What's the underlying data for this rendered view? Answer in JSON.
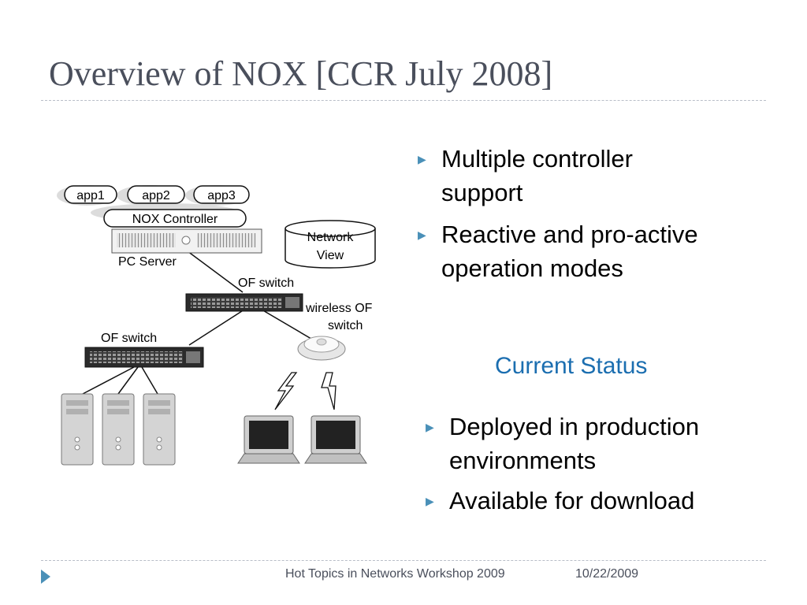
{
  "slide": {
    "title": "Overview of NOX [CCR July 2008]"
  },
  "diagram": {
    "apps": [
      "app1",
      "app2",
      "app3"
    ],
    "controller_label": "NOX Controller",
    "server_label": "PC Server",
    "network_view_label": [
      "Network",
      "View"
    ],
    "of_switch_top_label": "OF switch",
    "of_switch_left_label": "OF switch",
    "wireless_label": [
      "wireless OF",
      "switch"
    ]
  },
  "bullets_top": [
    {
      "line1": "Multiple controller",
      "line2": "support"
    },
    {
      "line1": "Reactive and pro-active",
      "line2": "operation modes"
    }
  ],
  "status_heading": "Current Status",
  "bullets_bottom": [
    {
      "line1": "Deployed in production",
      "line2": "environments"
    },
    {
      "line1": "Available for download",
      "line2": ""
    }
  ],
  "footer": {
    "event": "Hot Topics in Networks Workshop 2009",
    "date": "10/22/2009"
  },
  "colors": {
    "title": "#4a4f5c",
    "accent": "#4a90b8",
    "status": "#1b6eb0"
  }
}
